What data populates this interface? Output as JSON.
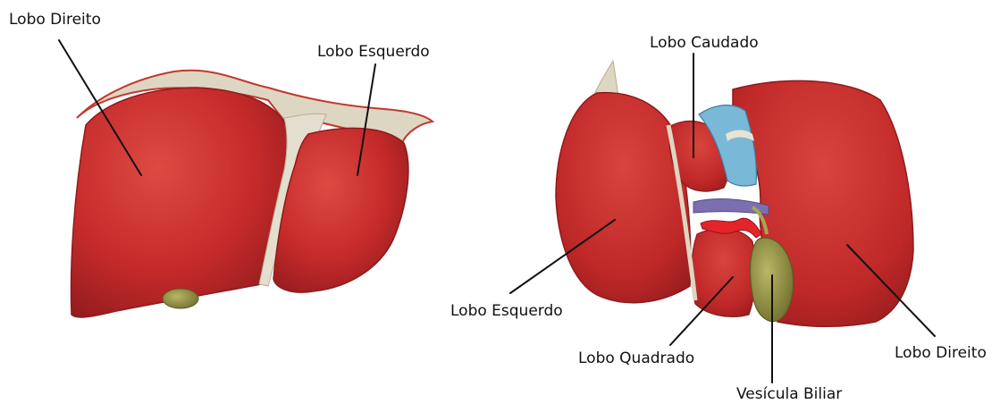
{
  "anterior_view": {
    "labels": {
      "right_lobe": "Lobo Direito",
      "left_lobe": "Lobo Esquerdo"
    }
  },
  "inferior_view": {
    "labels": {
      "caudate_lobe": "Lobo Caudado",
      "left_lobe": "Lobo Esquerdo",
      "quadrate_lobe": "Lobo Quadrado",
      "right_lobe": "Lobo Direito",
      "gallbladder": "Vesícula Biliar"
    }
  },
  "colors": {
    "liver": "#c42a2a",
    "liver_dark": "#8e1a1c",
    "ligament": "#ddd6c2",
    "gallbladder": "#8c8a3e",
    "vein_blue": "#7ab8d8",
    "artery_red": "#e3242b",
    "portal_purple": "#7b6fb0",
    "leader_line": "#111111"
  }
}
